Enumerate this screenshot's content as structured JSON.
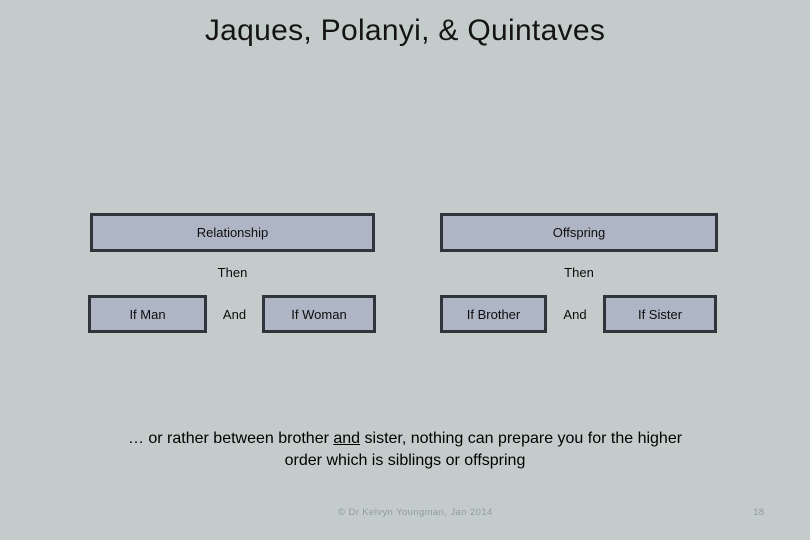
{
  "slide": {
    "title": "Jaques, Polanyi, & Quintaves",
    "footer": "© Dr Kelvyn Youngman, Jan 2014",
    "page_number": "18"
  },
  "diagram": {
    "relationship_label": "Relationship",
    "offspring_label": "Offspring",
    "then_left_label": "Then",
    "then_right_label": "Then",
    "if_man_label": "If Man",
    "and_left_label": "And",
    "if_woman_label": "If Woman",
    "if_brother_label": "If Brother",
    "and_right_label": "And",
    "if_sister_label": "If Sister"
  },
  "caption": {
    "line1_pre": "… or rather between brother ",
    "line1_underlined": "and",
    "line1_post": " sister, nothing can prepare you for the higher",
    "line2": "order which is siblings or offspring"
  },
  "colors": {
    "background": "#c3cccb",
    "box_fill": "#aeb5c5",
    "box_border": "#30353b",
    "text": "#0d0d0d",
    "footer_text": "#8e9d9a"
  }
}
